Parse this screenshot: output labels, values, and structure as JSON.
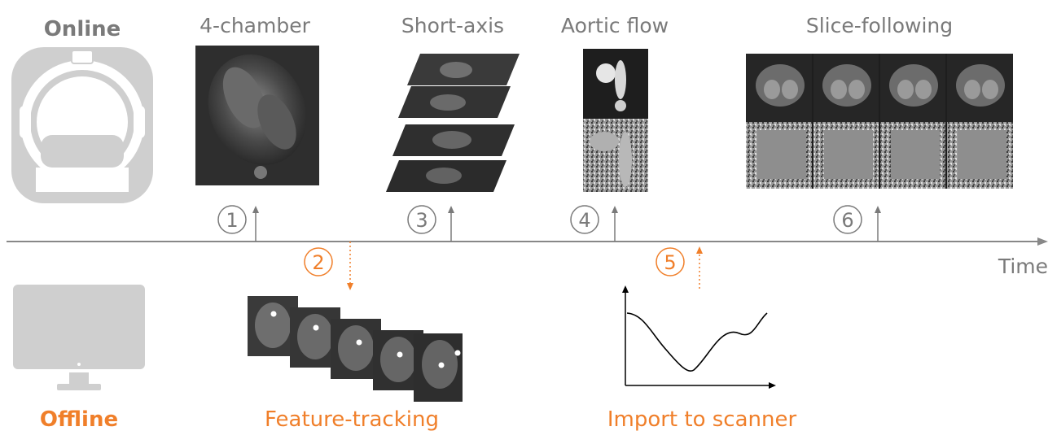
{
  "labels": {
    "online": "Online",
    "offline": "Offline",
    "four_chamber": "4-chamber",
    "short_axis": "Short-axis",
    "aortic_flow": "Aortic flow",
    "slice_following": "Slice-following",
    "time": "Time",
    "feature_tracking": "Feature-tracking",
    "import_to_scanner": "Import to scanner"
  },
  "steps": [
    {
      "number": "1",
      "direction": "up",
      "mode": "online"
    },
    {
      "number": "2",
      "direction": "down",
      "mode": "offline"
    },
    {
      "number": "3",
      "direction": "up",
      "mode": "online"
    },
    {
      "number": "4",
      "direction": "up",
      "mode": "online"
    },
    {
      "number": "5",
      "direction": "up",
      "mode": "offline"
    },
    {
      "number": "6",
      "direction": "up",
      "mode": "online"
    }
  ],
  "colors": {
    "online": "#7a7a7a",
    "offline": "#f07f2a",
    "icon": "#cfcfcf",
    "axis": "#888888",
    "image_dark": "#2a2a2a"
  }
}
